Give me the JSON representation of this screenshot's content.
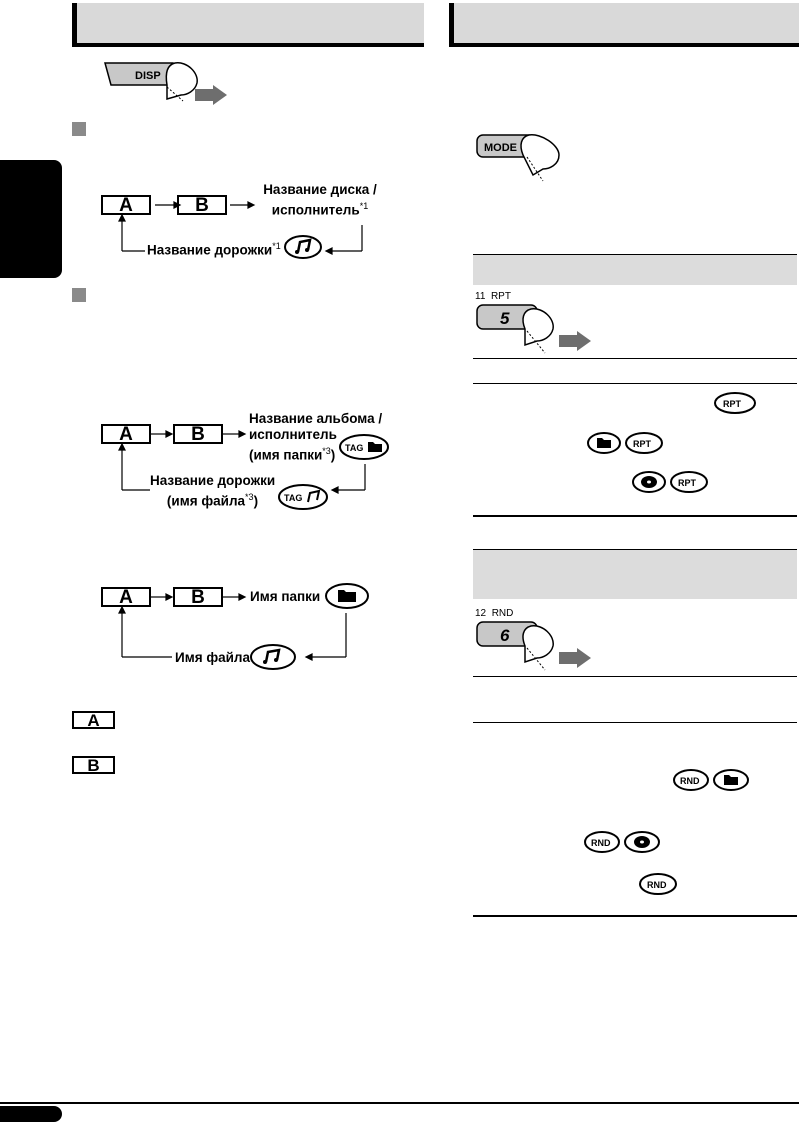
{
  "buttons": {
    "disp": "DISP",
    "mode": "MODE",
    "repeat_key_number": "11",
    "repeat_key_label": "RPT",
    "repeat_key_digit": "5",
    "random_key_number": "12",
    "random_key_label": "RND",
    "random_key_digit": "6"
  },
  "diagram1": {
    "box_a": "A",
    "box_b": "B",
    "disc_artist_line1": "Название диска /",
    "disc_artist_line2": "исполнитель",
    "disc_artist_note": "*1",
    "track_title": "Название дорожки",
    "track_title_note": "*1"
  },
  "diagram2": {
    "box_a": "A",
    "box_b": "B",
    "album_line1": "Название альбома /",
    "album_line2": "исполнитель",
    "album_line3": "(имя папки",
    "album_note": "*3",
    "album_line3_end": ")",
    "track_line1": "Название дорожки",
    "track_line2": "(имя файла",
    "track_note": "*3",
    "track_line2_end": ")"
  },
  "diagram3": {
    "box_a": "A",
    "box_b": "B",
    "folder_name": "Имя папки",
    "file_name": "Имя файла"
  },
  "legend": {
    "box_a": "A",
    "box_b": "B"
  },
  "indicators": {
    "rpt": "RPT",
    "rnd": "RND",
    "tag": "TAG"
  },
  "icons": [
    "disp-button-icon",
    "finger-press-icon",
    "arrow-right-icon",
    "mode-button-icon",
    "music-note-icon",
    "tag-folder-icon",
    "tag-music-icon",
    "folder-icon",
    "disc-icon"
  ]
}
